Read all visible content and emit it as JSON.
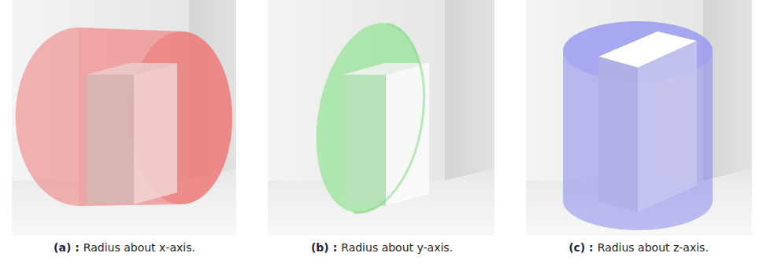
{
  "diagram": {
    "labels": [
      "(a) :",
      "Radius about x-axis.",
      "(b) :",
      "Radius about y-axis.",
      "(c) :",
      "Radius about z-axis."
    ]
  }
}
